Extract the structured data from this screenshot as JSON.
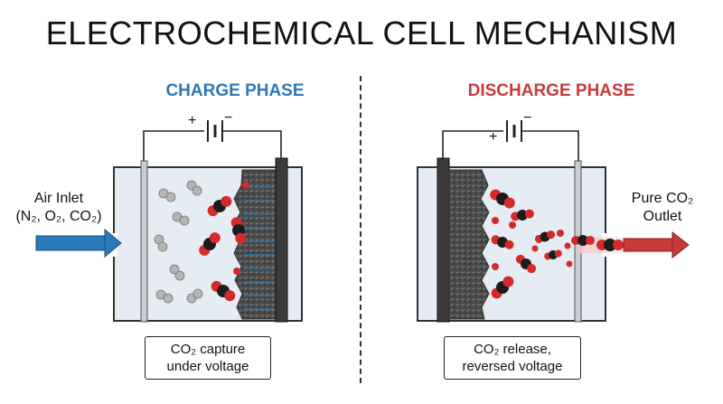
{
  "title": "ELECTROCHEMICAL CELL MECHANISM",
  "charge": {
    "heading": "CHARGE PHASE",
    "inlet_label_line1": "Air Inlet",
    "inlet_label_line2": "(N₂, O₂, CO₂)",
    "caption_line1": "CO₂ capture",
    "caption_line2": "under voltage",
    "battery_plus": "+",
    "battery_minus": "−"
  },
  "discharge": {
    "heading": "DISCHARGE PHASE",
    "outlet_label_line1": "Pure CO₂",
    "outlet_label_line2": "Outlet",
    "caption_line1": "CO₂ release,",
    "caption_line2": "reversed voltage",
    "battery_plus": "+",
    "battery_minus": "−"
  },
  "colors": {
    "charge_accent": "#2b79b8",
    "discharge_accent": "#c63a3a",
    "cell_fill": "#e6ecf3",
    "electrode": "#3a3a3a",
    "oxygen": "#d42a2a",
    "carbon": "#1c1c1c",
    "nitrogen": "#b5b5b5"
  }
}
